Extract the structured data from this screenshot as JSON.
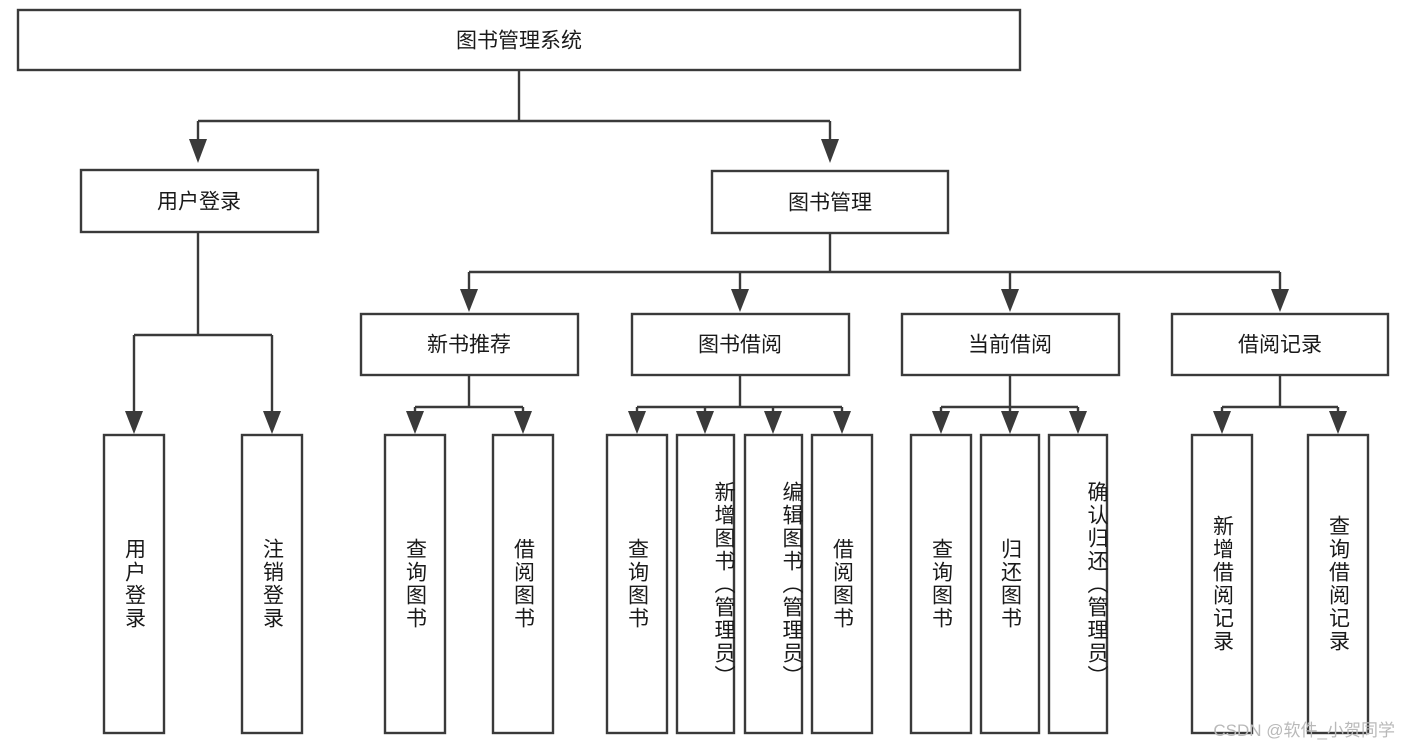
{
  "diagram": {
    "type": "tree-hierarchy",
    "title": "图书管理系统",
    "colors": {
      "box_stroke": "#3a3a3a",
      "box_fill": "#ffffff",
      "connector": "#3a3a3a",
      "text": "#1a1a1a",
      "background": "#ffffff",
      "watermark": "#b9b9b9"
    },
    "root": {
      "label": "图书管理系统"
    },
    "level2": [
      {
        "label": "用户登录"
      },
      {
        "label": "图书管理"
      }
    ],
    "level3": [
      {
        "label": "新书推荐"
      },
      {
        "label": "图书借阅"
      },
      {
        "label": "当前借阅"
      },
      {
        "label": "借阅记录"
      }
    ],
    "leaves": {
      "user_login": [
        {
          "label": "用户登录"
        },
        {
          "label": "注销登录"
        }
      ],
      "new_book_recommend": [
        {
          "label": "查询图书"
        },
        {
          "label": "借阅图书"
        }
      ],
      "book_borrow": [
        {
          "label": "查询图书"
        },
        {
          "label": "新增图书（管理员）"
        },
        {
          "label": "编辑图书（管理员）"
        },
        {
          "label": "借阅图书"
        }
      ],
      "current_borrow": [
        {
          "label": "查询图书"
        },
        {
          "label": "归还图书"
        },
        {
          "label": "确认归还（管理员）"
        }
      ],
      "borrow_record": [
        {
          "label": "新增借阅记录"
        },
        {
          "label": "查询借阅记录"
        }
      ]
    }
  },
  "watermark": {
    "text": "CSDN @软件_小贺同学"
  }
}
